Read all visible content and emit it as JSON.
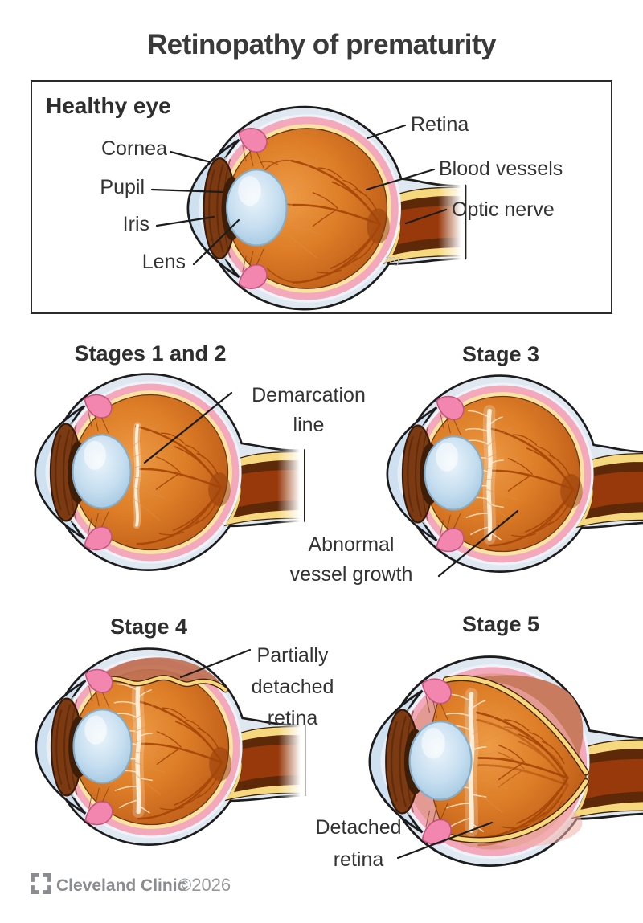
{
  "title": "Retinopathy of prematurity",
  "healthy_panel": {
    "heading": "Healthy eye",
    "labels": {
      "cornea": "Cornea",
      "pupil": "Pupil",
      "iris": "Iris",
      "lens": "Lens",
      "retina": "Retina",
      "blood_vessels": "Blood vessels",
      "optic_nerve": "Optic nerve"
    },
    "signature": "mj"
  },
  "sections": {
    "stages_1_2": {
      "heading": "Stages 1 and 2",
      "annotation": "Demarcation line",
      "annotation_lines": [
        "Demarcation",
        "line"
      ]
    },
    "stage_3": {
      "heading": "Stage 3",
      "annotation": "Abnormal vessel growth",
      "annotation_lines": [
        "Abnormal",
        "vessel growth"
      ]
    },
    "stage_4": {
      "heading": "Stage 4",
      "annotation": "Partially detached retina",
      "annotation_lines": [
        "Partially",
        "detached",
        "retina"
      ]
    },
    "stage_5": {
      "heading": "Stage 5",
      "annotation": "Detached retina",
      "annotation_lines": [
        "Detached",
        "retina"
      ]
    }
  },
  "footer": {
    "brand": "Cleveland Clinic",
    "copyright": "©2026"
  },
  "colors": {
    "text": "#333333",
    "outline": "#1c1c1c",
    "sclera": "#dfe7f1",
    "sclera_inner": "#eef3f9",
    "cornea_blue": "#cfe1f0",
    "choroid_pink": "#f3a8bc",
    "ciliary_pink": "#f286ae",
    "retina_yellow": "#f8e3a2",
    "nerve_yellow": "#f6d97e",
    "vitreous_orange": "#d97b26",
    "vessel_red": "#a54507",
    "lens_blue": "#c6def0",
    "iris_brown": "#7b3a12",
    "ridge_white": "#fdf0da",
    "detached_salmon": "#e39a92",
    "detached_brown": "#c87b5e",
    "brand_gray": "#8a8c8f"
  }
}
